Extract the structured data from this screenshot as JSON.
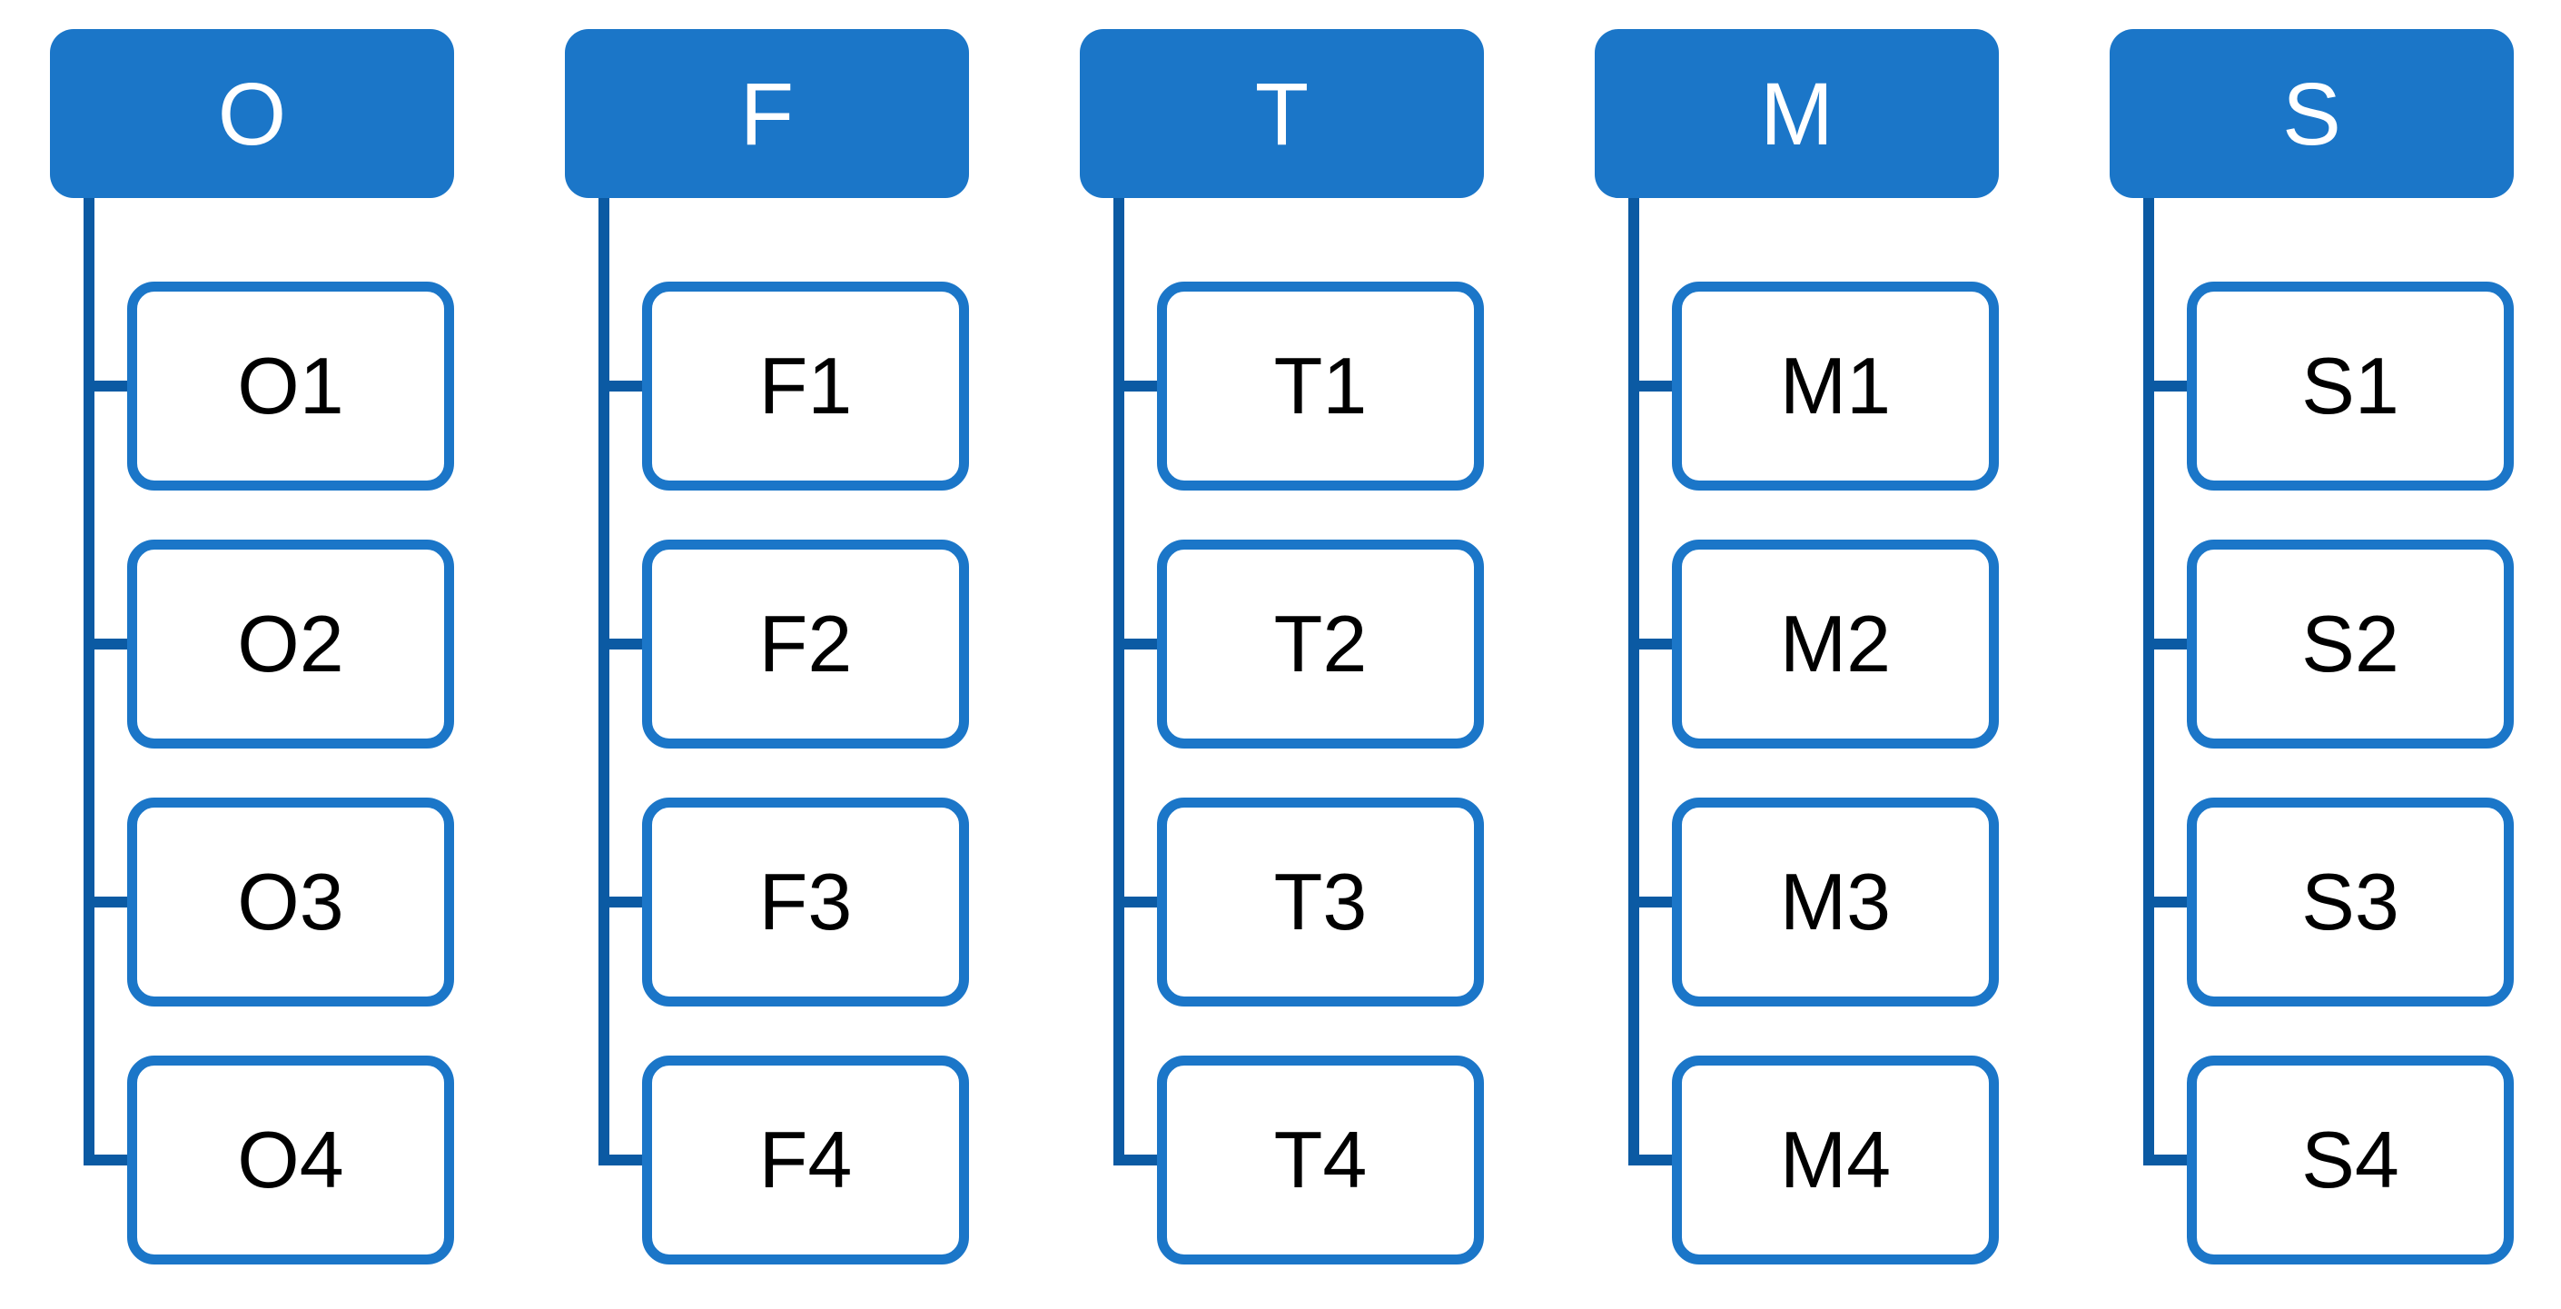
{
  "diagram": {
    "type": "hierarchy-org-chart",
    "colors": {
      "node_fill": "#1B76C8",
      "node_border": "#1B76C8",
      "connector": "#0B5AA3",
      "header_text": "#FFFFFF",
      "child_text": "#000000",
      "background": "#FFFFFF"
    },
    "columns": [
      {
        "header": {
          "label": "O"
        },
        "children": [
          {
            "label": "O1"
          },
          {
            "label": "O2"
          },
          {
            "label": "O3"
          },
          {
            "label": "O4"
          }
        ]
      },
      {
        "header": {
          "label": "F"
        },
        "children": [
          {
            "label": "F1"
          },
          {
            "label": "F2"
          },
          {
            "label": "F3"
          },
          {
            "label": "F4"
          }
        ]
      },
      {
        "header": {
          "label": "T"
        },
        "children": [
          {
            "label": "T1"
          },
          {
            "label": "T2"
          },
          {
            "label": "T3"
          },
          {
            "label": "T4"
          }
        ]
      },
      {
        "header": {
          "label": "M"
        },
        "children": [
          {
            "label": "M1"
          },
          {
            "label": "M2"
          },
          {
            "label": "M3"
          },
          {
            "label": "M4"
          }
        ]
      },
      {
        "header": {
          "label": "S"
        },
        "children": [
          {
            "label": "S1"
          },
          {
            "label": "S2"
          },
          {
            "label": "S3"
          },
          {
            "label": "S4"
          }
        ]
      }
    ]
  }
}
